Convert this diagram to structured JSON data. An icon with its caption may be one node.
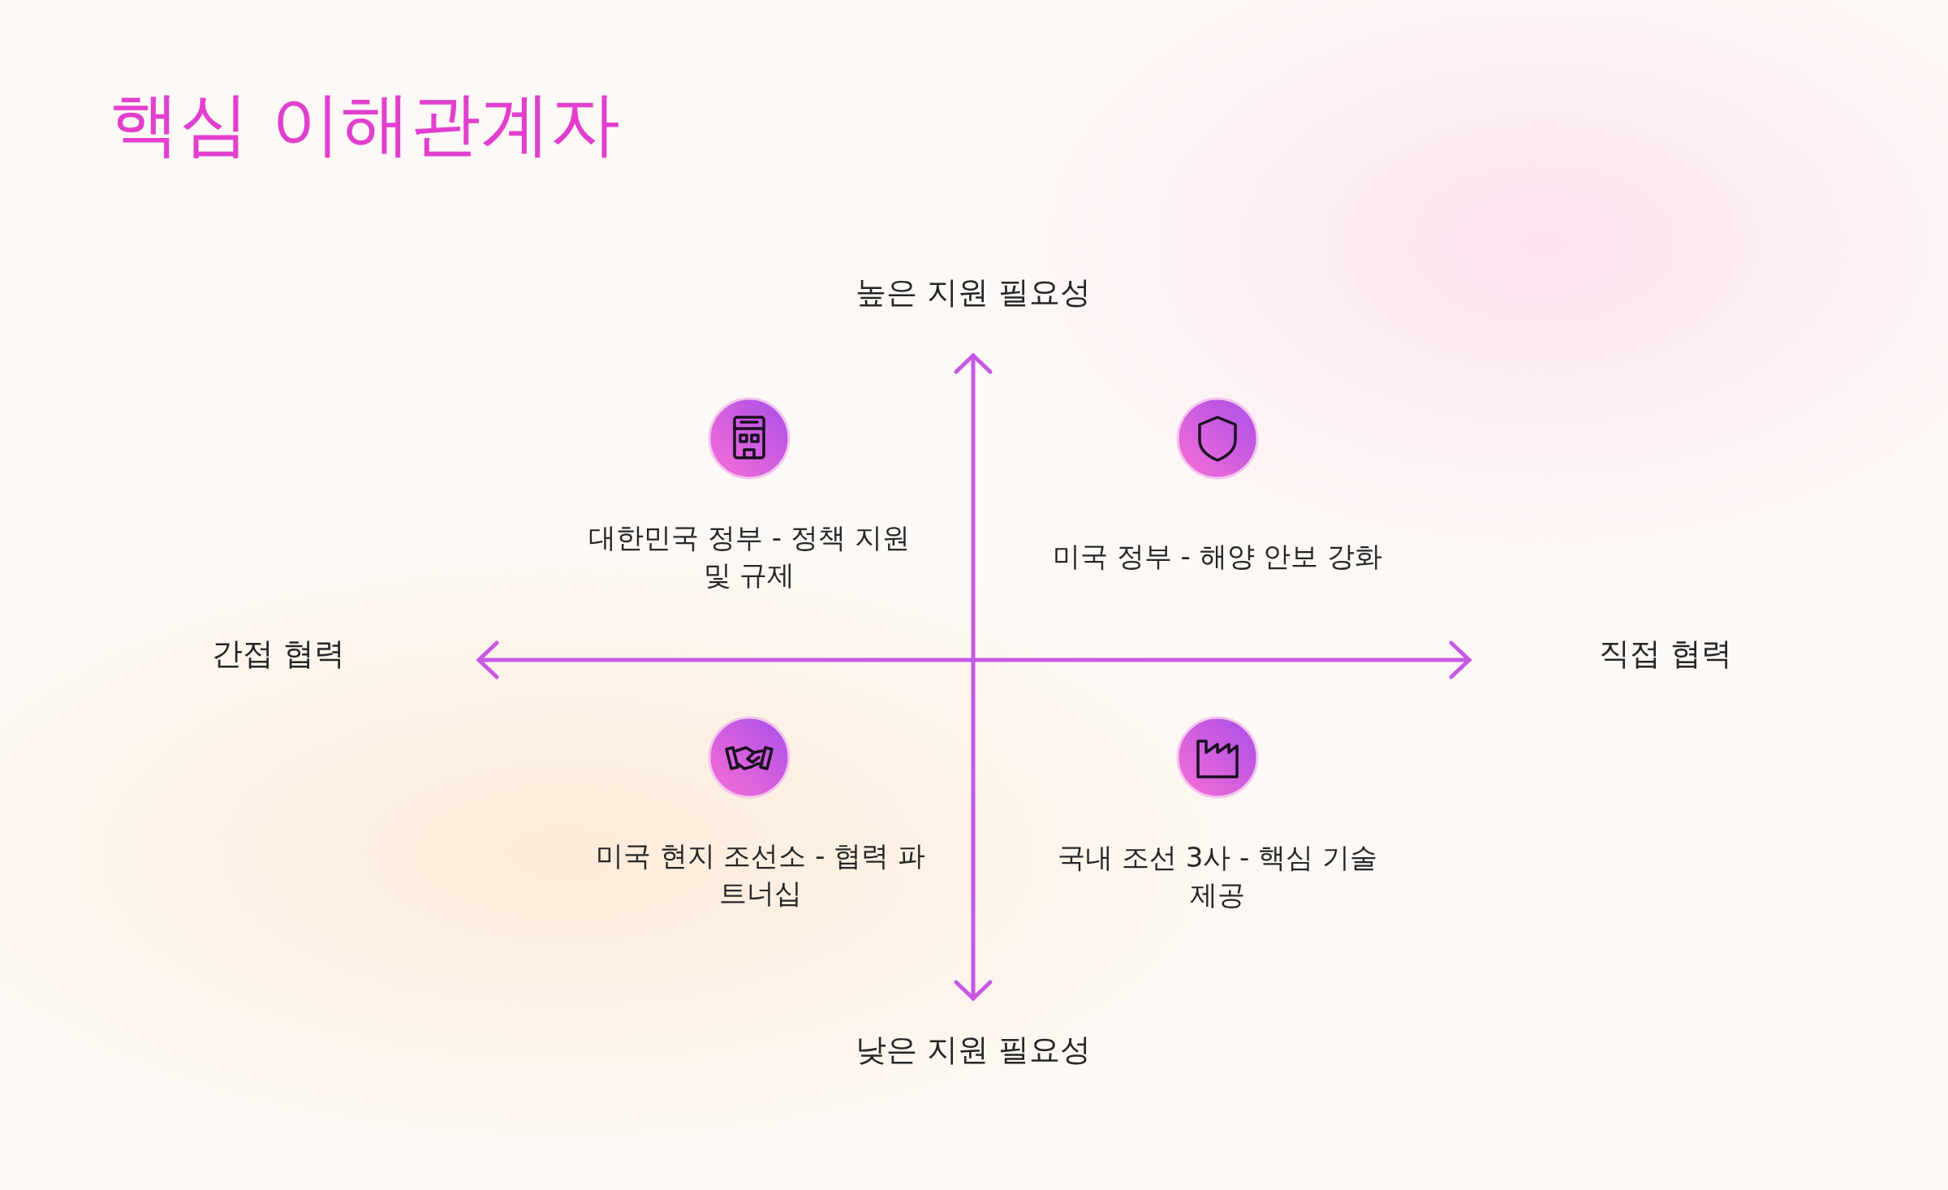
{
  "diagram": {
    "title": "핵심 이해관계자",
    "labels": [
      "높은 지원 필요성",
      "대한민국 정부 - 정책 지원 및 규제",
      "미국 정부 - 해양 안보 강화",
      "간접 협력",
      "직접 협력",
      "미국 현지 조선소 - 협력 파트너십",
      "국내 조선 3사 - 핵심 기술 제공",
      "낮은 지원 필요성"
    ]
  }
}
